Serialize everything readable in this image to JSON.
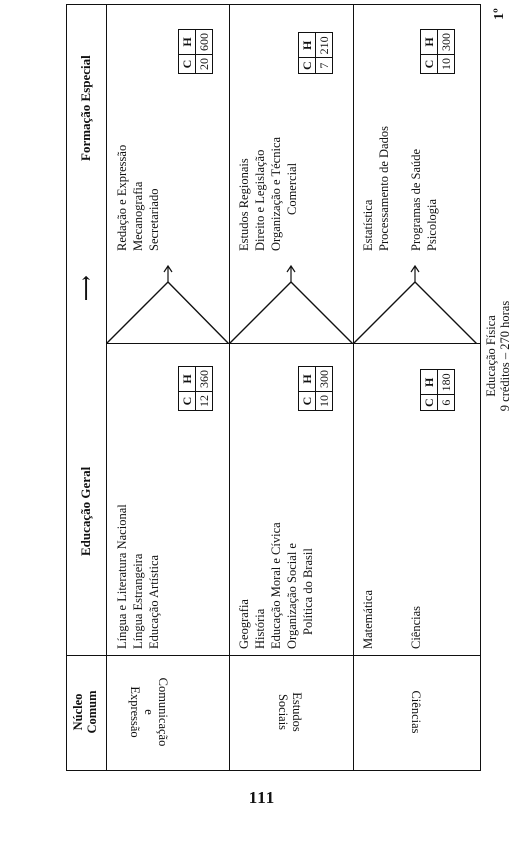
{
  "page": {
    "corner_label": "1º",
    "number": "111"
  },
  "header": {
    "nucleo_comum": [
      "Núcleo",
      "Comum"
    ],
    "educacao_geral": "Educação Geral",
    "formacao_especial": "Formação Especial"
  },
  "rows": [
    {
      "area": [
        "Comunicação",
        "e",
        "Expressão"
      ],
      "geral": [
        "Língua e Literatura Nacional",
        "Língua Estrangeira",
        "Educação Artística"
      ],
      "geral_credits": {
        "C": "12",
        "H": "360"
      },
      "especial": [
        "Redação e Expressão",
        "",
        "Mecanografia",
        "Secretariado"
      ],
      "especial_credits": {
        "C": "20",
        "H": "600"
      }
    },
    {
      "area": [
        "Estudos",
        "Sociais"
      ],
      "geral": [
        "Geografia",
        "História",
        "Educação Moral e Cívica",
        "Organização Social e",
        "Política do Brasil"
      ],
      "geral_credits": {
        "C": "10",
        "H": "300"
      },
      "especial": [
        "Estudos Regionais",
        "",
        "Direito e Legislação",
        "Organização e Técnica",
        "Comercial"
      ],
      "especial_credits": {
        "C": "7",
        "H": "210"
      }
    },
    {
      "area": [
        "Ciências"
      ],
      "geral": [
        "Matemática",
        "",
        "",
        "Ciências"
      ],
      "geral_credits": {
        "C": "6",
        "H": "180"
      },
      "especial": [
        "Estatística",
        "Processamento de Dados",
        "",
        "Programas de Saúde",
        "Psicologia"
      ],
      "especial_credits": {
        "C": "10",
        "H": "300"
      }
    }
  ],
  "table_labels": {
    "C": "C",
    "H": "H"
  },
  "footer": {
    "line1": "Educação Física",
    "line2": "9 créditos – 270 horas"
  }
}
